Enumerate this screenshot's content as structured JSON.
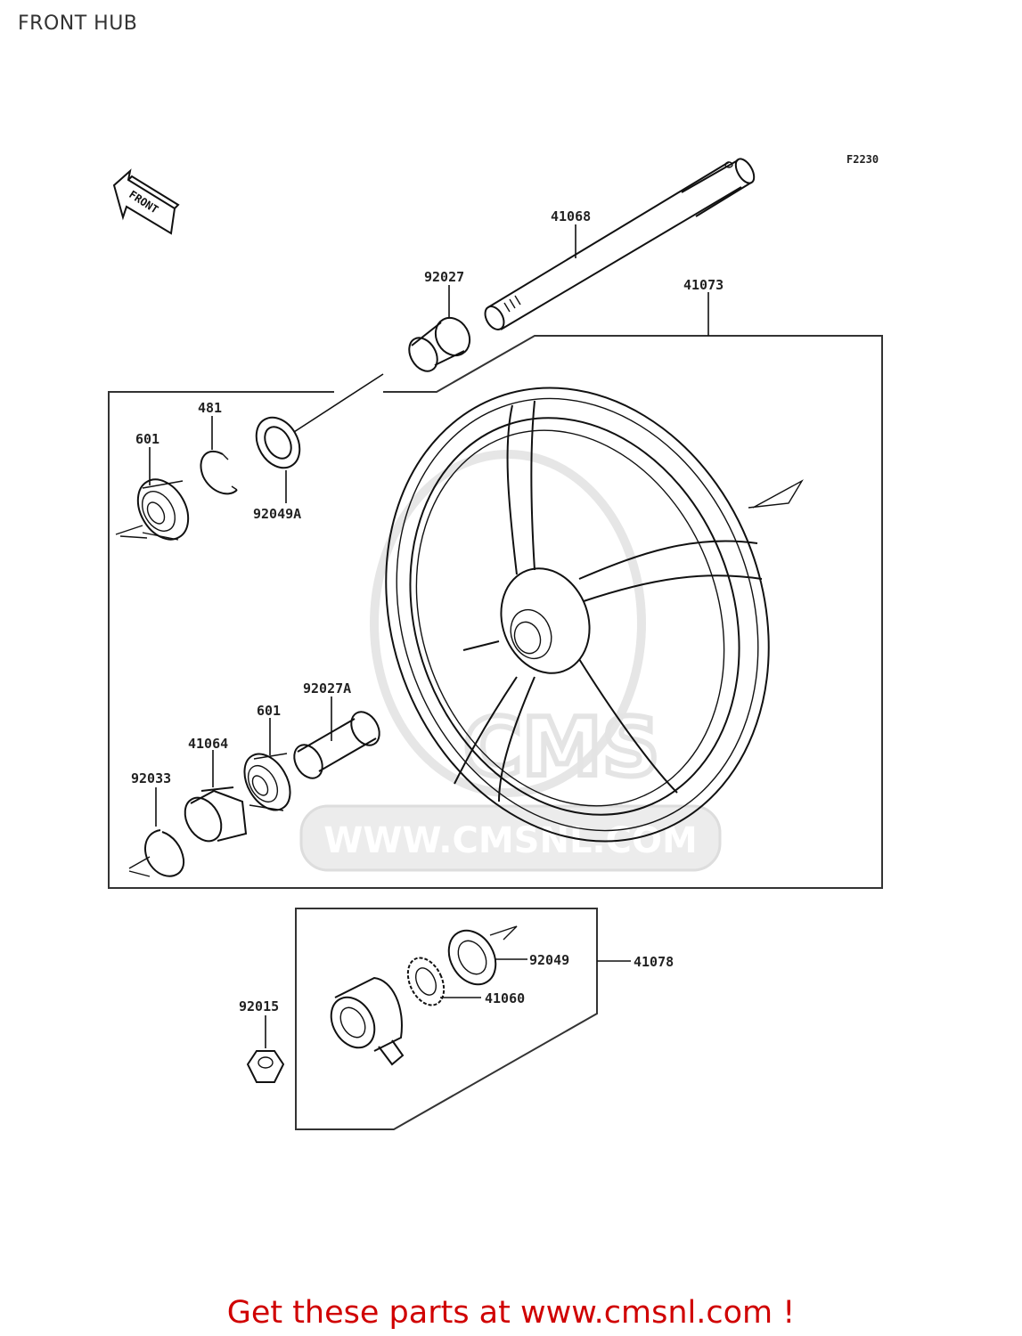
{
  "page": {
    "title": "FRONT HUB",
    "figure_code": "F2230",
    "footer": "Get these parts at www.cmsnl.com !"
  },
  "front_arrow": {
    "text": "FRONT"
  },
  "watermark": {
    "text": "WWW.CMSNL.COM",
    "color": "#e3e3e3"
  },
  "parts": {
    "p41068": "41068",
    "p92027": "92027",
    "p41073": "41073",
    "p481": "481",
    "p601_top": "601",
    "p92049A": "92049A",
    "p92027A": "92027A",
    "p601_bottom": "601",
    "p41064": "41064",
    "p92033": "92033",
    "p92049": "92049",
    "p41078": "41078",
    "p41060": "41060",
    "p92015": "92015"
  },
  "colors": {
    "line": "#111111",
    "footer_text": "#d00000"
  }
}
